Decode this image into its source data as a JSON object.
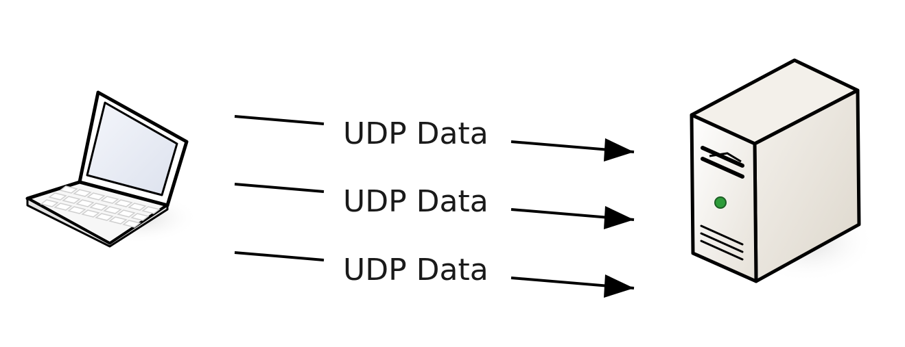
{
  "diagram": {
    "flows": [
      {
        "label": "UDP Data"
      },
      {
        "label": "UDP Data"
      },
      {
        "label": "UDP Data"
      }
    ],
    "icons": {
      "client": "laptop-icon",
      "server": "server-tower-icon",
      "server_status_color": "#2e9c3a"
    }
  }
}
